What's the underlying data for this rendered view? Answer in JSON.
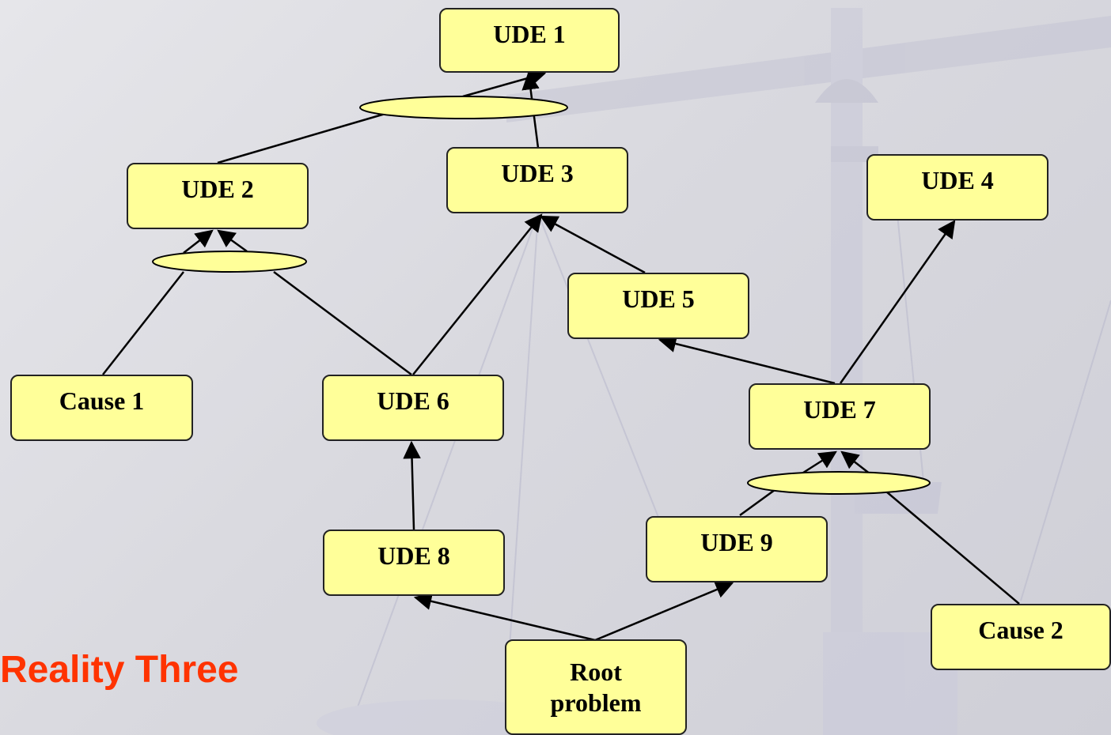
{
  "title": "Reality Three",
  "colors": {
    "node_fill": "#ffff99",
    "node_border": "#222222",
    "edge": "#000000",
    "title": "#ff3300",
    "background": "#d9d9df"
  },
  "nodes": {
    "ude1": "UDE 1",
    "ude2": "UDE 2",
    "ude3": "UDE 3",
    "ude4": "UDE 4",
    "ude5": "UDE 5",
    "ude6": "UDE 6",
    "ude7": "UDE 7",
    "ude8": "UDE 8",
    "ude9": "UDE 9",
    "cause1": "Cause 1",
    "cause2": "Cause 2",
    "root_line1": "Root",
    "root_line2": "problem"
  },
  "edges": [
    {
      "from": "UDE 2",
      "to": "UDE 1",
      "via": "AND"
    },
    {
      "from": "UDE 3",
      "to": "UDE 1",
      "via": "AND"
    },
    {
      "from": "Cause 1",
      "to": "UDE 2",
      "via": "AND"
    },
    {
      "from": "UDE 6",
      "to": "UDE 2",
      "via": "AND"
    },
    {
      "from": "UDE 6",
      "to": "UDE 3"
    },
    {
      "from": "UDE 5",
      "to": "UDE 3"
    },
    {
      "from": "UDE 7",
      "to": "UDE 5"
    },
    {
      "from": "UDE 7",
      "to": "UDE 4"
    },
    {
      "from": "UDE 9",
      "to": "UDE 7",
      "via": "AND"
    },
    {
      "from": "Cause 2",
      "to": "UDE 7",
      "via": "AND"
    },
    {
      "from": "UDE 8",
      "to": "UDE 6"
    },
    {
      "from": "Root problem",
      "to": "UDE 8"
    },
    {
      "from": "Root problem",
      "to": "UDE 9"
    }
  ]
}
